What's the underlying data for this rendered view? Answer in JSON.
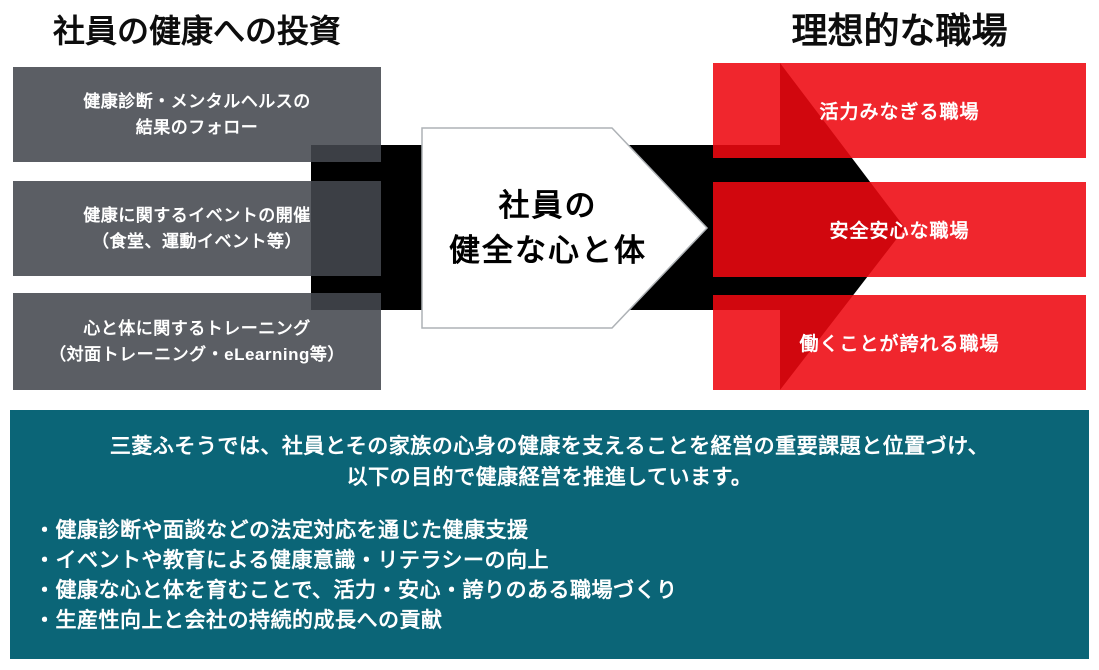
{
  "left_section": {
    "title": "社員の健康への投資",
    "boxes": [
      {
        "line1": "健康診断・メンタルヘルスの",
        "line2": "結果のフォロー"
      },
      {
        "line1": "健康に関するイベントの開催",
        "line2": "（食堂、運動イベント等）"
      },
      {
        "line1": "心と体に関するトレーニング",
        "line2": "（対面トレーニング・eLearning等）"
      }
    ]
  },
  "center_arrow": {
    "label_line1": "社員の",
    "label_line2": "健全な心と体"
  },
  "right_section": {
    "title": "理想的な職場",
    "boxes": [
      {
        "label": "活力みなぎる職場"
      },
      {
        "label": "安全安心な職場"
      },
      {
        "label": "働くことが誇れる職場"
      }
    ]
  },
  "footer": {
    "intro_line1": "三菱ふそうでは、社員とその家族の心身の健康を支えることを経営の重要課題と位置づけ、",
    "intro_line2": "以下の目的で健康経営を推進しています。",
    "bullets": [
      "・健康診断や面談などの法定対応を通じた健康支援",
      "・イベントや教育による健康意識・リテラシーの向上",
      "・健康な心と体を育むことで、活力・安心・誇りのある職場づくり",
      "・生産性向上と会社の持続的成長への貢献"
    ]
  },
  "colors": {
    "arrow_black": "#000000",
    "pentagon_fill": "#ffffff",
    "pentagon_border": "#aeb2b6",
    "gray_box": "#5a5e64",
    "red_box_bright": "#f0252d",
    "red_box_over_black": "#d1070e",
    "teal_panel": "#0b6577",
    "text_white": "#ffffff",
    "text_black": "#0d0d0d"
  }
}
